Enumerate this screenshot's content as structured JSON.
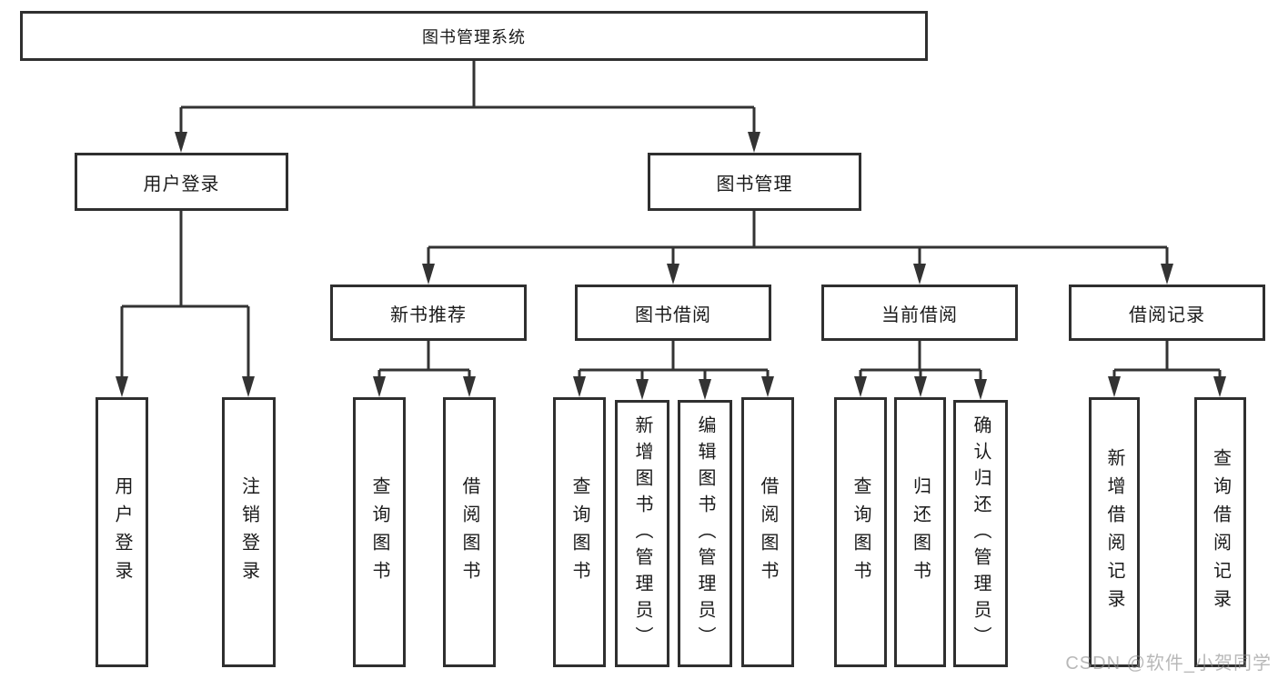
{
  "nodes": {
    "root": "图书管理系统",
    "level1": [
      "用户登录",
      "图书管理"
    ],
    "level2": [
      "新书推荐",
      "图书借阅",
      "当前借阅",
      "借阅记录"
    ],
    "leaves": [
      "用户登录",
      "注销登录",
      "查询图书",
      "借阅图书",
      "查询图书",
      "新增图书（管理员）",
      "编辑图书（管理员）",
      "借阅图书",
      "查询图书",
      "归还图书",
      "确认归还（管理员）",
      "新增借阅记录",
      "查询借阅记录"
    ]
  },
  "watermark": "CSDN @软件_小贺同学",
  "colors": {
    "line": "#2f2f2f",
    "text": "#1a1a1a",
    "box_background": "#ffffff",
    "watermark": "#b9b9b9"
  }
}
